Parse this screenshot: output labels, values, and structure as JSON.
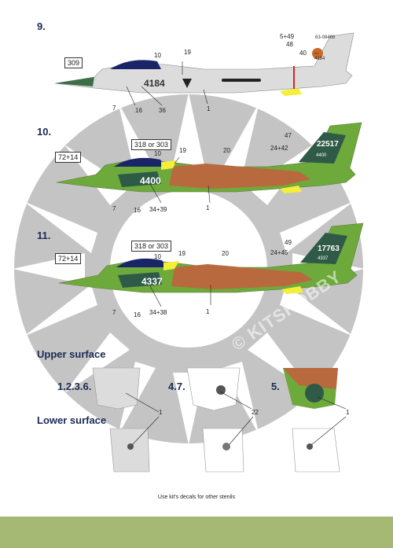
{
  "profiles": [
    {
      "number": "9.",
      "serial": "4184",
      "tail_serial": "63-08466",
      "tail_small": "4184",
      "labels": [
        "309",
        "5+49",
        "48",
        "40",
        "10",
        "19",
        "7",
        "16",
        "36",
        "1"
      ]
    },
    {
      "number": "10.",
      "serial": "4400",
      "tail_serial": "22517",
      "tail_small": "4400",
      "labels": [
        "318 or 303",
        "72+14",
        "47",
        "24+42",
        "10",
        "19",
        "20",
        "7",
        "16",
        "34+39",
        "1"
      ]
    },
    {
      "number": "11.",
      "serial": "4337",
      "tail_serial": "17763",
      "tail_small": "4337",
      "labels": [
        "318 or 303",
        "72+14",
        "49",
        "24+45",
        "10",
        "19",
        "20",
        "7",
        "16",
        "34+38",
        "1"
      ]
    }
  ],
  "upper_surface": {
    "title": "Upper surface",
    "groups": [
      "1.2.3.6.",
      "4.7.",
      "5."
    ],
    "callouts": [
      "1",
      "22",
      "1"
    ]
  },
  "lower_surface": {
    "title": "Lower surface",
    "callouts": [
      "1",
      "22",
      "1"
    ]
  },
  "watermark": "© KITSHOBBY",
  "note": "Use kit's decals for other stenils",
  "colors": {
    "roundel_grey": "#c4c4c4",
    "camo_green": "#6ea93c",
    "camo_brown": "#b86a3e",
    "camo_dark": "#2f5a48",
    "aircraft_grey": "#dcdcdc",
    "footer": "#a5b874",
    "text": "#1a2a55"
  }
}
